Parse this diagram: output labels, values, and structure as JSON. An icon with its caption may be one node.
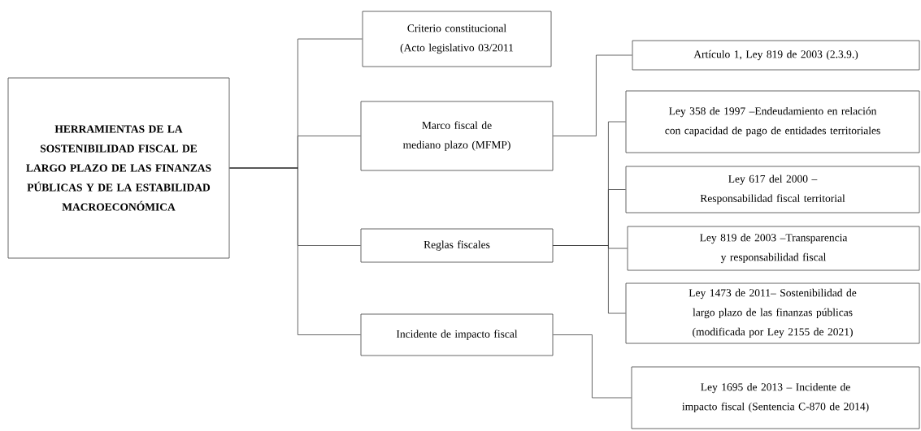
{
  "diagram": {
    "nodes": [
      {
        "text": [
          "HERRAMIENTAS DE LA SOSTENIBILIDAD FISCAL DE LARGO PLAZO DE LAS FINANZAS PÚBLICAS Y DE LA ESTABILIDAD MACROECONÓMICA"
        ]
      },
      {
        "text": [
          "Criterio constitucional (Acto legislativo 03/2011"
        ]
      },
      {
        "text": [
          "Marco fiscal de mediano plazo (MFMP)"
        ]
      },
      {
        "text": [
          "Reglas fiscales"
        ]
      },
      {
        "text": [
          "Incidente de impacto fiscal"
        ]
      },
      {
        "text": [
          "Artículo 1, Ley 819 de 2003 (2.3.9.)"
        ]
      },
      {
        "text": [
          "Ley 358 de 1997 –Endeudamiento en relación con capacidad de pago de entidades territoriales"
        ]
      },
      {
        "text": [
          "Ley 617 del 2000 –Responsabilidad fiscal territorial"
        ]
      },
      {
        "text": [
          "Ley 819 de 2003 –Transparencia y responsabilidad fiscal"
        ]
      },
      {
        "text": [
          "Ley 1473 de 2011– Sostenibilidad de largo plazo de las finanzas públicas (modificada por Ley 2155 de 2021)"
        ]
      },
      {
        "text": [
          "Ley 1695 de 2013 – Incidente de impacto fiscal (Sentencia C-870 de 2014)"
        ]
      }
    ],
    "edges": [
      {
        "from": 0,
        "to": 1,
        "arrow": "none"
      },
      {
        "from": 0,
        "to": 2,
        "arrow": "none"
      },
      {
        "from": 0,
        "to": 3,
        "arrow": "none"
      },
      {
        "from": 0,
        "to": 4,
        "arrow": "none"
      },
      {
        "from": 2,
        "to": 5,
        "arrow": "none"
      },
      {
        "from": 3,
        "to": 6,
        "arrow": "none"
      },
      {
        "from": 3,
        "to": 7,
        "arrow": "none"
      },
      {
        "from": 3,
        "to": 8,
        "arrow": "none"
      },
      {
        "from": 3,
        "to": 9,
        "arrow": "none"
      },
      {
        "from": 4,
        "to": 10,
        "arrow": "none"
      }
    ]
  }
}
